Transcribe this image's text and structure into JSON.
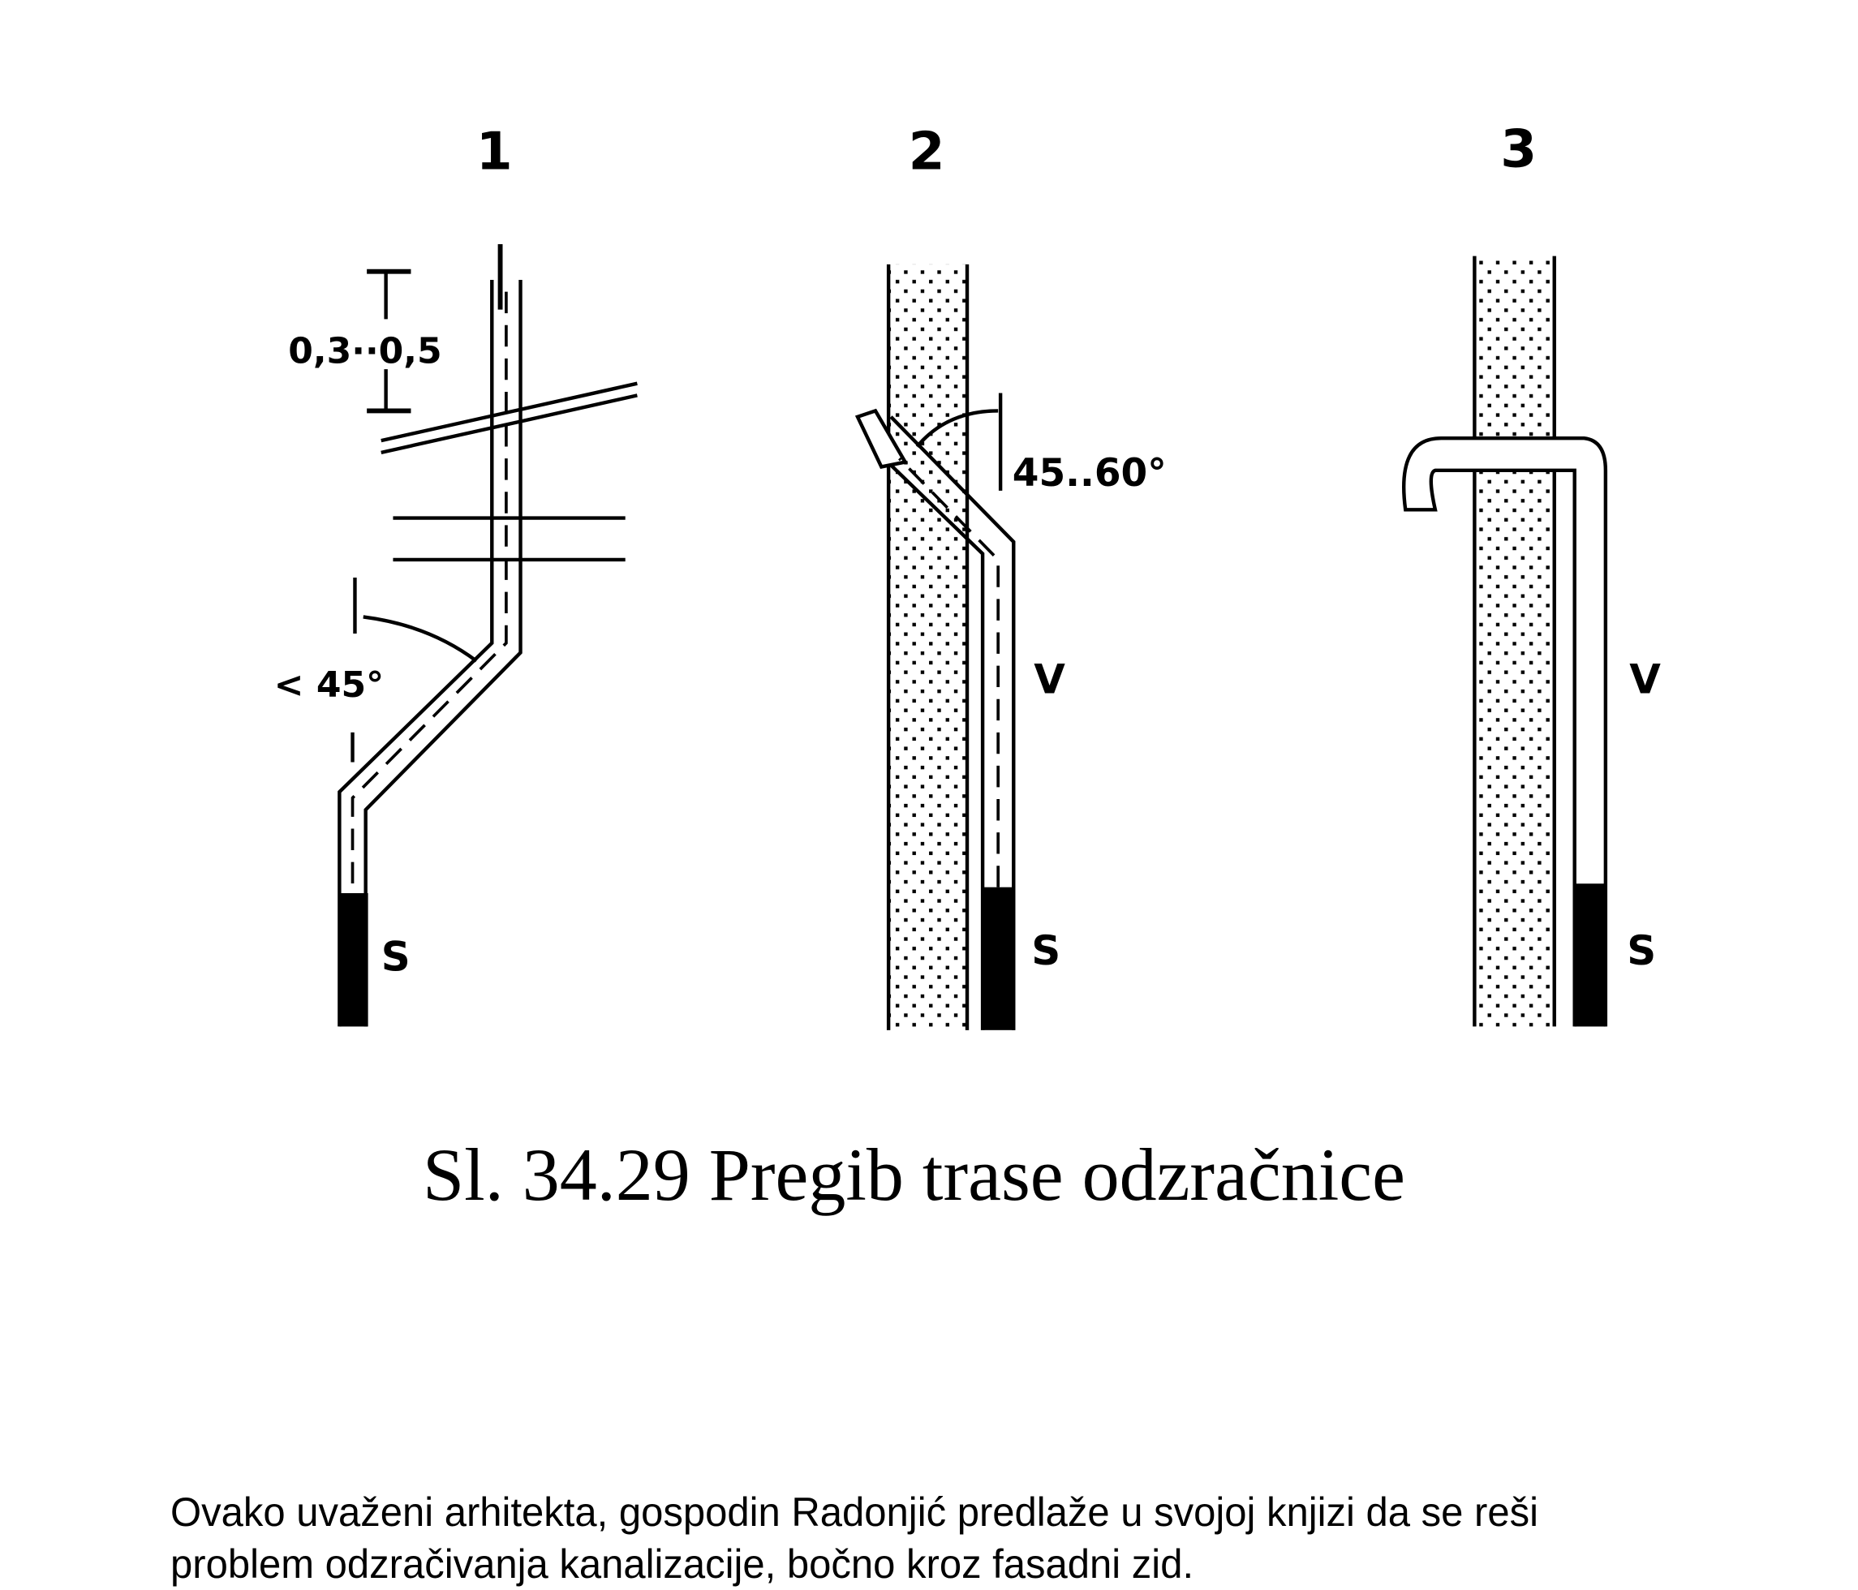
{
  "figure": {
    "panel_labels": [
      "1",
      "2",
      "3"
    ],
    "panel1": {
      "dimension": "0,3··0,5",
      "angle": "< 45°",
      "s_label": "S"
    },
    "panel2": {
      "angle": "45..60°",
      "v_label": "V",
      "s_label": "S"
    },
    "panel3": {
      "v_label": "V",
      "s_label": "S"
    },
    "caption": "Sl. 34.29 Pregib trase odzračnice"
  },
  "paragraph": {
    "line1": "Ovako uvaženi arhitekta, gospodin Radonjić predlaže u svojoj knjizi da se reši",
    "line2": "problem odzračivanja kanalizacije, bočno kroz fasadni zid."
  }
}
